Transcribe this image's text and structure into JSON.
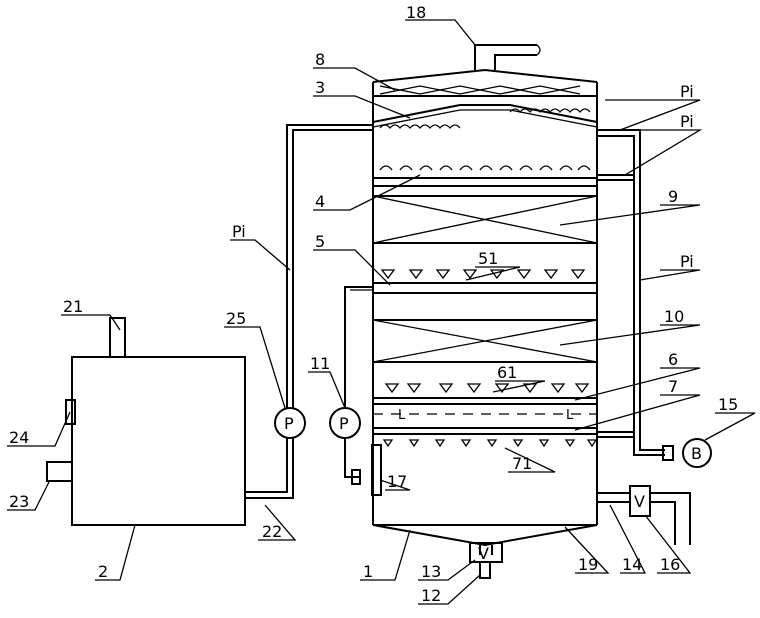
{
  "labels": {
    "n1": "1",
    "n2": "2",
    "n3": "3",
    "n4": "4",
    "n5": "5",
    "n6": "6",
    "n7": "7",
    "n8": "8",
    "n9": "9",
    "n10": "10",
    "n11": "11",
    "n12": "12",
    "n13": "13",
    "n14": "14",
    "n15": "15",
    "n16": "16",
    "n17": "17",
    "n18": "18",
    "n19": "19",
    "n21": "21",
    "n22": "22",
    "n23": "23",
    "n24": "24",
    "n25": "25",
    "n51": "51",
    "n61": "61",
    "n71": "71",
    "pi1": "Pi",
    "pi2": "Pi",
    "pi3": "Pi",
    "pi4": "Pi"
  },
  "symbols": {
    "pump_p": "P",
    "blower_b": "B",
    "valve_v": "V",
    "level_l": "L"
  }
}
